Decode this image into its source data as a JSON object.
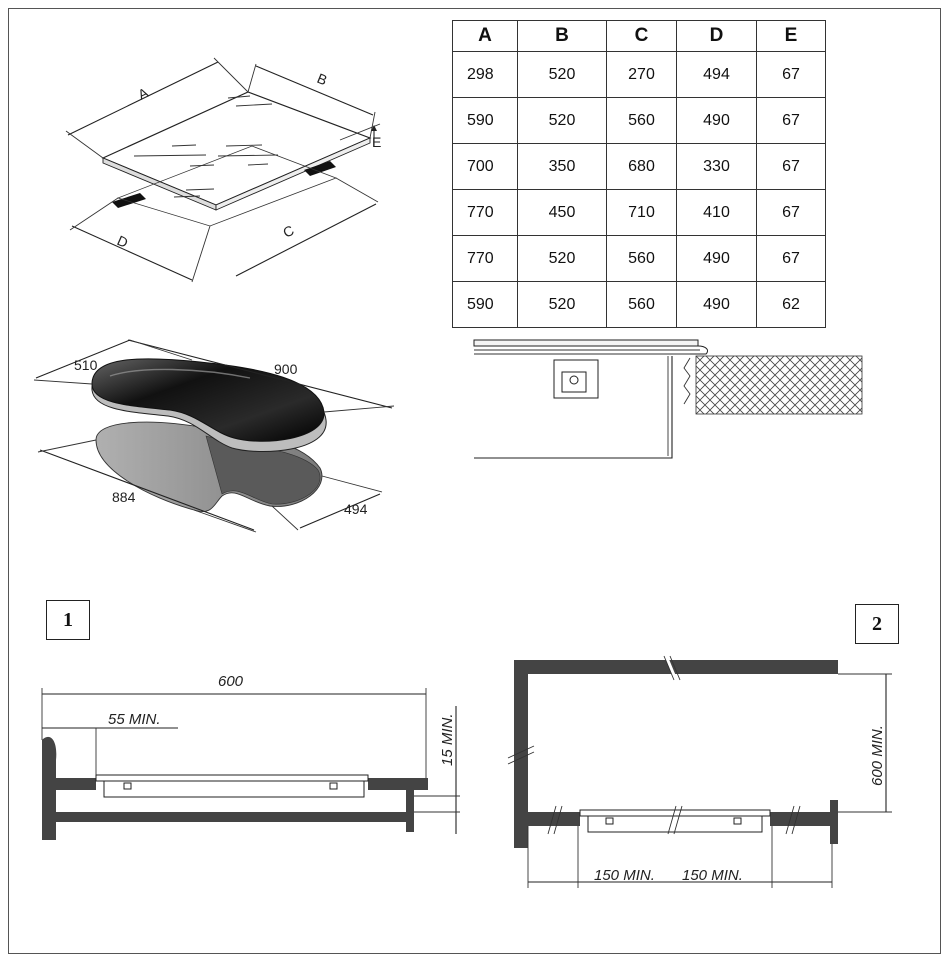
{
  "table": {
    "headers": [
      "A",
      "B",
      "C",
      "D",
      "E"
    ],
    "rows": [
      [
        "298",
        "520",
        "270",
        "494",
        "67"
      ],
      [
        "590",
        "520",
        "560",
        "490",
        "67"
      ],
      [
        "700",
        "350",
        "680",
        "330",
        "67"
      ],
      [
        "770",
        "450",
        "710",
        "410",
        "67"
      ],
      [
        "770",
        "520",
        "560",
        "490",
        "67"
      ],
      [
        "590",
        "520",
        "560",
        "490",
        "62"
      ]
    ]
  },
  "hob_diagram": {
    "labels": {
      "a": "A",
      "b": "B",
      "c": "C",
      "d": "D",
      "e": "E"
    }
  },
  "kidney_diagram": {
    "labels": {
      "top_width": "510",
      "top_length": "900",
      "bottom_length": "884",
      "bottom_width": "494"
    }
  },
  "figure1": {
    "number": "1",
    "labels": {
      "total": "600",
      "min_left": "55 MIN.",
      "min_height": "15 MIN."
    }
  },
  "figure2": {
    "number": "2",
    "labels": {
      "height": "600 MIN.",
      "left": "150 MIN.",
      "right": "150 MIN."
    }
  },
  "colors": {
    "ink": "#222222",
    "glass": "#1a1a1a",
    "shadow": "#8a8a8a"
  }
}
